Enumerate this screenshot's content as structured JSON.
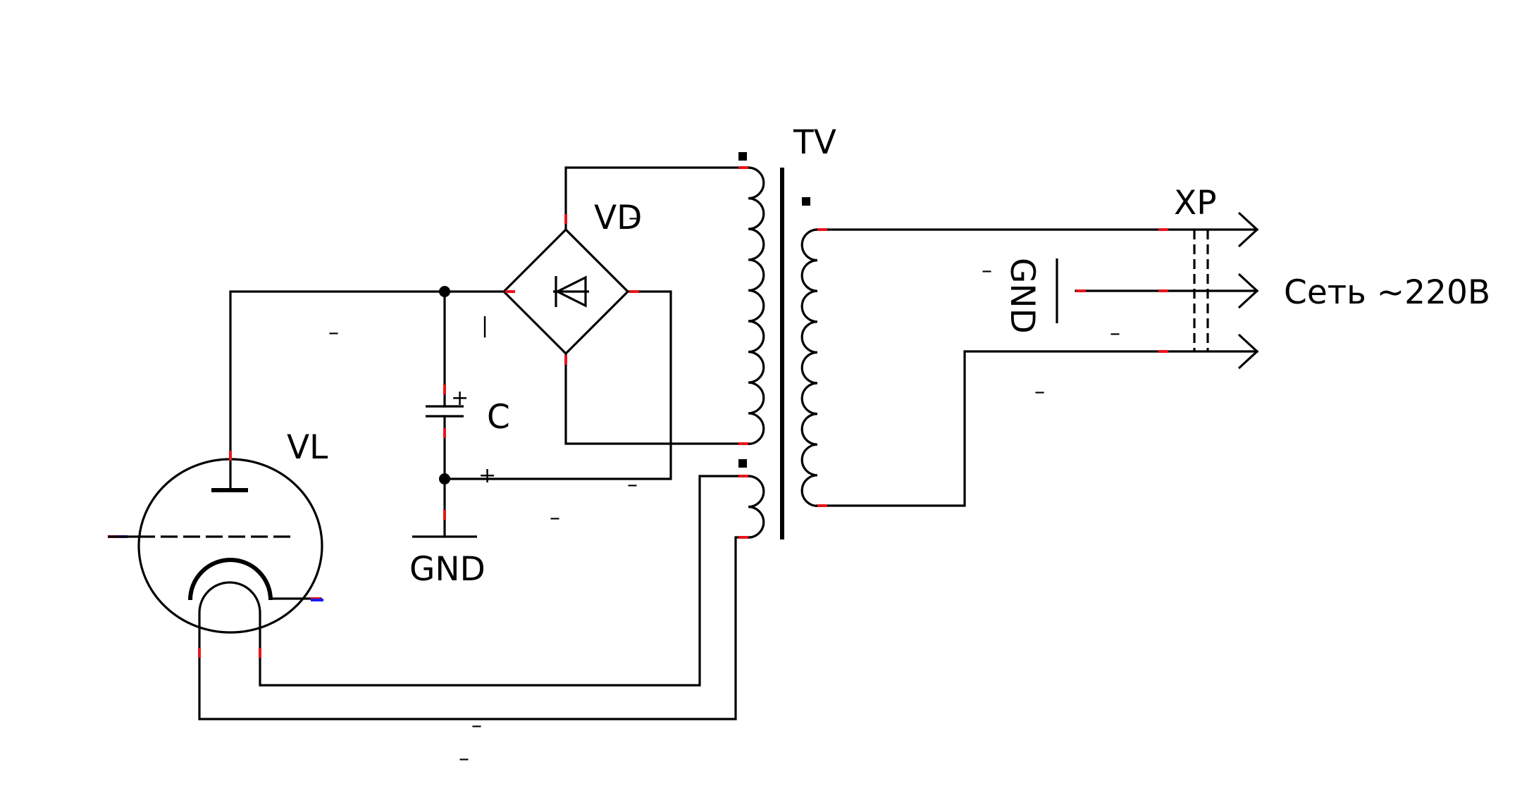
{
  "labels": {
    "transformer": "TV",
    "diode_bridge": "VD",
    "capacitor": "C",
    "capacitor_polarity": "+",
    "lamp": "VL",
    "ground_bottom": "GND",
    "ground_right": "GND",
    "connector": "XP",
    "mains": "Сеть ~220В"
  },
  "stray_marks": [
    "–",
    "–",
    "–",
    "–",
    "–",
    "–",
    "–",
    "–",
    "–",
    "–",
    "–",
    "|",
    "+"
  ],
  "colors": {
    "wire": "#000000",
    "pin_marker": "#e8141c",
    "pin_marker_alt": "#1a1aff",
    "background": "#ffffff"
  }
}
